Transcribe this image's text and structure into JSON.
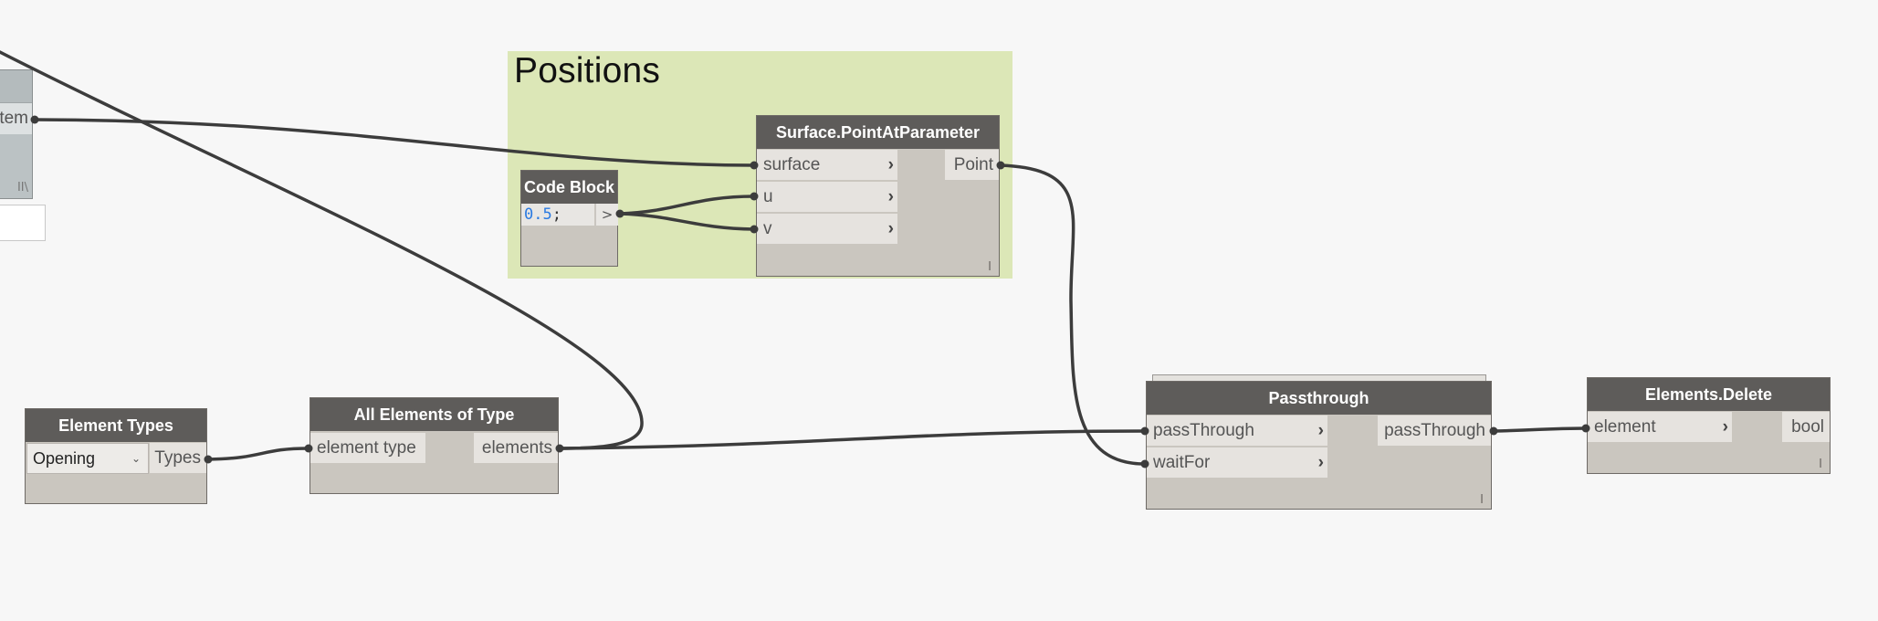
{
  "canvas": {
    "background": "#f7f7f7"
  },
  "group": {
    "title": "Positions",
    "color": "#dce7b7"
  },
  "partial_node": {
    "output_label": "tem",
    "lacing": "II\\"
  },
  "nodes": {
    "code_block": {
      "title": "Code Block",
      "code_number": "0.5",
      "code_semicolon": ";",
      "output_label": ">"
    },
    "point_at_parameter": {
      "title": "Surface.PointAtParameter",
      "inputs": [
        "surface",
        "u",
        "v"
      ],
      "output": "Point",
      "lacing": "I"
    },
    "element_types": {
      "title": "Element Types",
      "selected": "Opening",
      "output": "Types"
    },
    "all_elements": {
      "title": "All Elements of Type",
      "input": "element type",
      "output": "elements"
    },
    "passthrough": {
      "title": "Passthrough",
      "inputs": [
        "passThrough",
        "waitFor"
      ],
      "output": "passThrough",
      "lacing": "I"
    },
    "elements_delete": {
      "title": "Elements.Delete",
      "input": "element",
      "output": "bool",
      "lacing": "I"
    }
  },
  "icons": {
    "input_chevron": "›",
    "dropdown_chevron": "⌄"
  },
  "colors": {
    "header": "#5e5c5a",
    "body": "#cac6bf",
    "port": "#e6e3df",
    "wire": "#3c3c3c",
    "code_number": "#2a7ae2"
  }
}
